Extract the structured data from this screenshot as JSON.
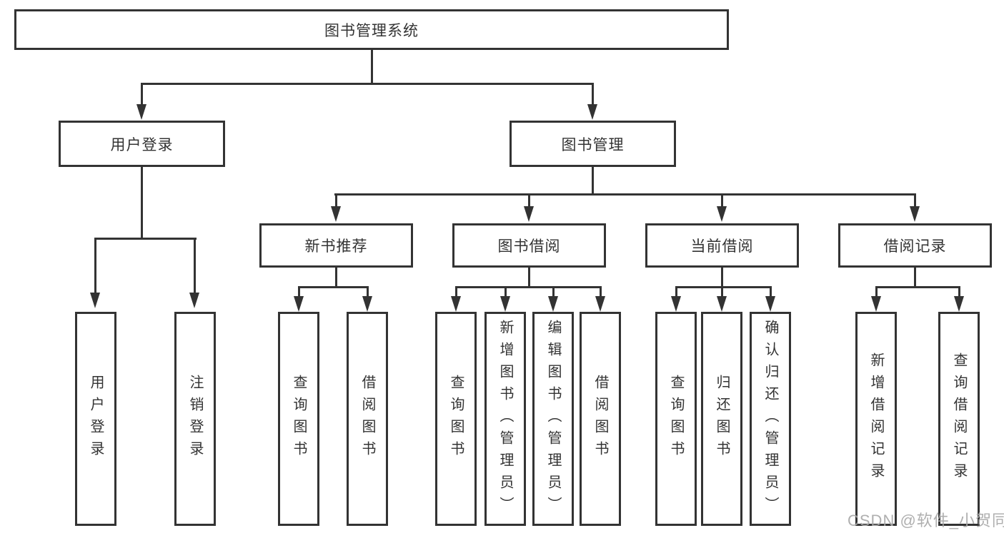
{
  "tree": {
    "label": "图书管理系统",
    "children": [
      {
        "label": "用户登录",
        "children": [
          {
            "label": "用户登录"
          },
          {
            "label": "注销登录"
          }
        ]
      },
      {
        "label": "图书管理",
        "children": [
          {
            "label": "新书推荐",
            "children": [
              {
                "label": "查询图书"
              },
              {
                "label": "借阅图书"
              }
            ]
          },
          {
            "label": "图书借阅",
            "children": [
              {
                "label": "查询图书"
              },
              {
                "label": "新增图书（管理员）"
              },
              {
                "label": "编辑图书（管理员）"
              },
              {
                "label": "借阅图书"
              }
            ]
          },
          {
            "label": "当前借阅",
            "children": [
              {
                "label": "查询图书"
              },
              {
                "label": "归还图书"
              },
              {
                "label": "确认归还（管理员）"
              }
            ]
          },
          {
            "label": "借阅记录",
            "children": [
              {
                "label": "新增借阅记录"
              },
              {
                "label": "查询借阅记录"
              }
            ]
          }
        ]
      }
    ]
  },
  "watermark": {
    "text": "CSDN @软件_小贺同学"
  },
  "colors": {
    "line": "#333333",
    "text": "#333333",
    "background": "#ffffff",
    "watermark": "#a8a8a8"
  }
}
